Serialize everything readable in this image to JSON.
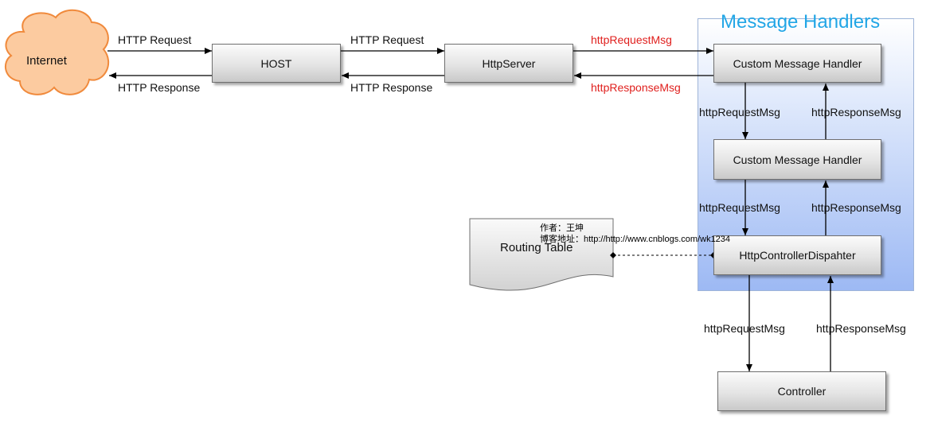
{
  "internet": {
    "label": "Internet"
  },
  "host": {
    "label": "HOST"
  },
  "httpserver": {
    "label": "HttpServer"
  },
  "handlers_group": {
    "title": "Message Handlers"
  },
  "handler1": {
    "label": "Custom Message Handler"
  },
  "handler2": {
    "label": "Custom Message Handler"
  },
  "dispatcher": {
    "label": "HttpControllerDispahter"
  },
  "controller": {
    "label": "Controller"
  },
  "routing_table": {
    "label": "Routing Table"
  },
  "credit": {
    "author": "作者：王坤",
    "blog": "博客地址：http://http://www.cnblogs.com/wk1234"
  },
  "edges": {
    "internet_host_request": "HTTP Request",
    "host_internet_response": "HTTP Response",
    "host_server_request": "HTTP Request",
    "server_host_response": "HTTP Response",
    "server_handler_request": "httpRequestMsg",
    "handler_server_response": "httpResponseMsg",
    "h1_h2_request": "httpRequestMsg",
    "h2_h1_response": "httpResponseMsg",
    "h2_disp_request": "httpRequestMsg",
    "disp_h2_response": "httpResponseMsg",
    "disp_ctrl_request": "httpRequestMsg",
    "ctrl_disp_response": "httpResponseMsg"
  },
  "colors": {
    "red_label": "#e0201e",
    "title_blue": "#22a6e6",
    "cloud_fill": "#fccba0",
    "cloud_stroke": "#f08a3c"
  }
}
